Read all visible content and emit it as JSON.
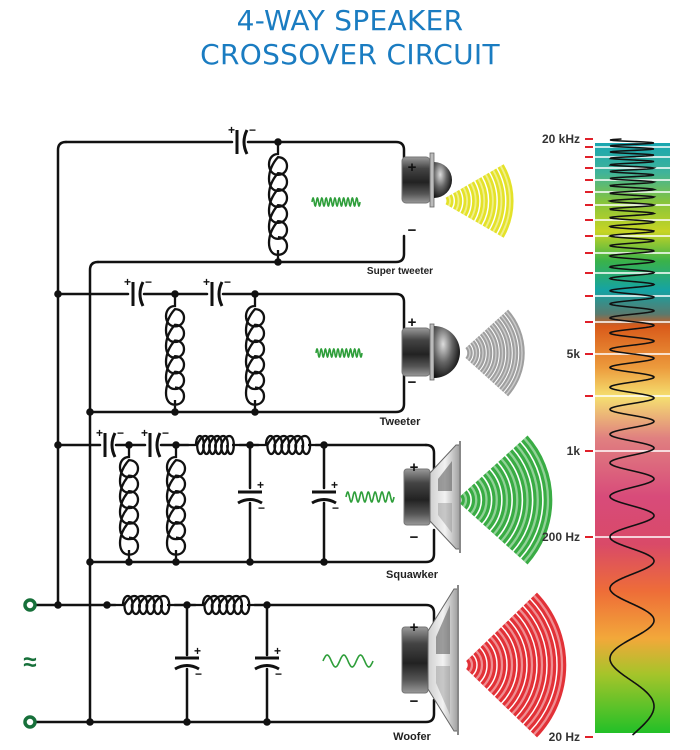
{
  "title": {
    "line1": "4-WAY SPEAKER",
    "line2": "CROSSOVER CIRCUIT",
    "color": "#1a7cc1"
  },
  "input": {
    "terminal_color": "#17703a",
    "symbol": "≈",
    "symbol_name": "ac-source-icon"
  },
  "branches": [
    {
      "id": "super-tweeter",
      "label": "Super tweeter",
      "filter": "high-pass",
      "components": [
        "capacitor",
        "inductor"
      ],
      "wave": "very-high-frequency",
      "wave_color": "#2e9e3a",
      "speaker": "dome-small",
      "sound_color": "#e3e01e",
      "polarity": [
        "+",
        "−"
      ]
    },
    {
      "id": "tweeter",
      "label": "Tweeter",
      "filter": "high-pass",
      "components": [
        "capacitor",
        "inductor",
        "capacitor",
        "inductor"
      ],
      "wave": "high-frequency",
      "wave_color": "#2e9e3a",
      "speaker": "dome",
      "sound_color": "#9a9a9a",
      "polarity": [
        "+",
        "−"
      ]
    },
    {
      "id": "squawker",
      "label": "Squawker",
      "filter": "band-pass",
      "components": [
        "capacitor",
        "inductor",
        "capacitor",
        "inductor",
        "inductor",
        "capacitor",
        "inductor",
        "capacitor"
      ],
      "wave": "mid-frequency",
      "wave_color": "#2e9e3a",
      "speaker": "cone",
      "sound_color": "#2ea83a",
      "polarity": [
        "+",
        "−"
      ]
    },
    {
      "id": "woofer",
      "label": "Woofer",
      "filter": "low-pass",
      "components": [
        "inductor",
        "capacitor",
        "inductor",
        "capacitor"
      ],
      "wave": "low-frequency",
      "wave_color": "#2e9e3a",
      "speaker": "cone-large",
      "sound_color": "#e0262c",
      "polarity": [
        "+",
        "−"
      ]
    }
  ],
  "capacitor_polarity": {
    "plus": "+",
    "minus": "−"
  },
  "frequency_scale": {
    "labels": [
      {
        "text": "20 kHz",
        "value_hz": 20000
      },
      {
        "text": "5k",
        "value_hz": 5000
      },
      {
        "text": "1k",
        "value_hz": 1000
      },
      {
        "text": "200 Hz",
        "value_hz": 200
      },
      {
        "text": "20 Hz",
        "value_hz": 20
      }
    ],
    "tick_color": "#e0202a",
    "gradient_stops": [
      {
        "at": 0.0,
        "color": "#18a6b0"
      },
      {
        "at": 0.05,
        "color": "#3fb39a"
      },
      {
        "at": 0.1,
        "color": "#86c43c"
      },
      {
        "at": 0.15,
        "color": "#c8d424"
      },
      {
        "at": 0.2,
        "color": "#3ab24a"
      },
      {
        "at": 0.25,
        "color": "#15a3a4"
      },
      {
        "at": 0.29,
        "color": "#5a7a6e"
      },
      {
        "at": 0.31,
        "color": "#d95a1a"
      },
      {
        "at": 0.38,
        "color": "#ec9a3c"
      },
      {
        "at": 0.43,
        "color": "#f5e070"
      },
      {
        "at": 0.5,
        "color": "#e08080"
      },
      {
        "at": 0.6,
        "color": "#d84b7a"
      },
      {
        "at": 0.68,
        "color": "#d94a68"
      },
      {
        "at": 0.76,
        "color": "#ee6d38"
      },
      {
        "at": 0.84,
        "color": "#f2a83a"
      },
      {
        "at": 0.9,
        "color": "#a6c42a"
      },
      {
        "at": 1.0,
        "color": "#22c028"
      }
    ]
  }
}
